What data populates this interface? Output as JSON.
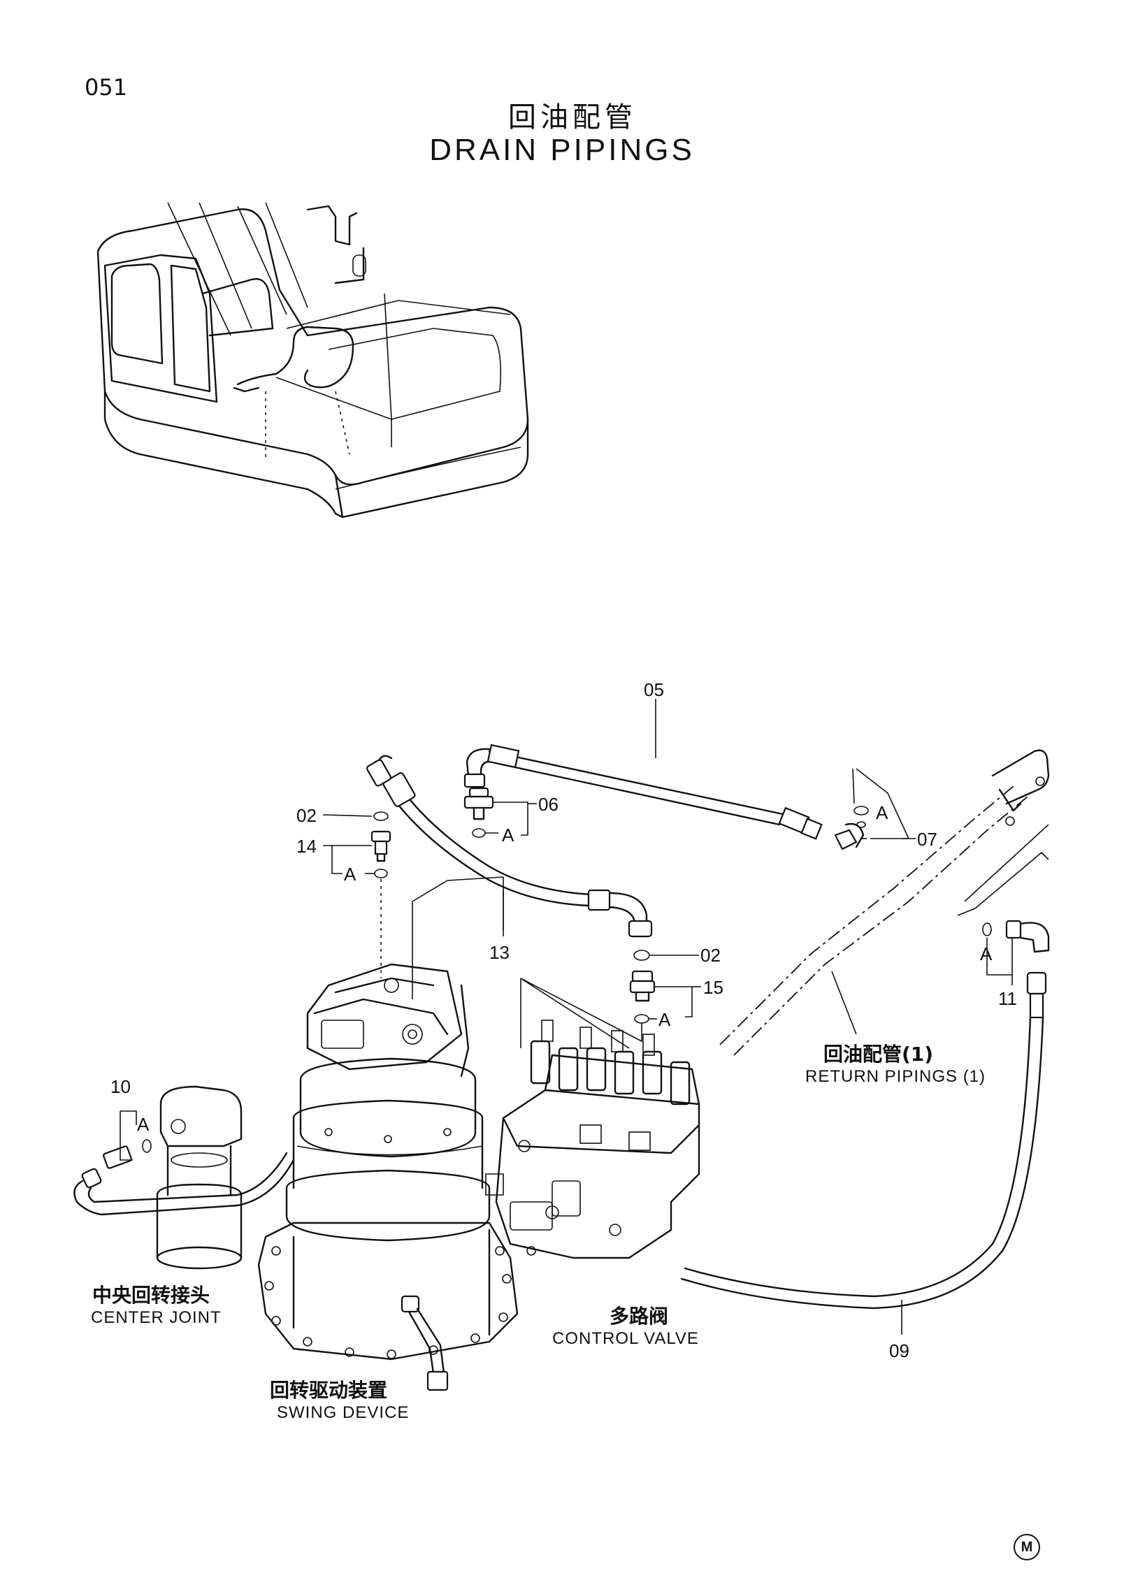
{
  "page": {
    "number": "051",
    "title_cn": "回油配管",
    "title_en": "DRAIN PIPINGS",
    "corner_mark": "M"
  },
  "part_refs": {
    "r05": "05",
    "r02_top": "02",
    "r06": "06",
    "r14": "14",
    "r07": "07",
    "r13": "13",
    "r02_mid": "02",
    "r15": "15",
    "r11": "11",
    "r10": "10",
    "r09": "09"
  },
  "detail_mark": "A",
  "components": {
    "return_piping_cn": "回油配管(1)",
    "return_piping_en": "RETURN PIPINGS (1)",
    "center_joint_cn": "中央回转接头",
    "center_joint_en": "CENTER JOINT",
    "swing_device_cn": "回转驱动装置",
    "swing_device_en": "SWING DEVICE",
    "control_valve_cn": "多路阀",
    "control_valve_en": "CONTROL VALVE"
  }
}
